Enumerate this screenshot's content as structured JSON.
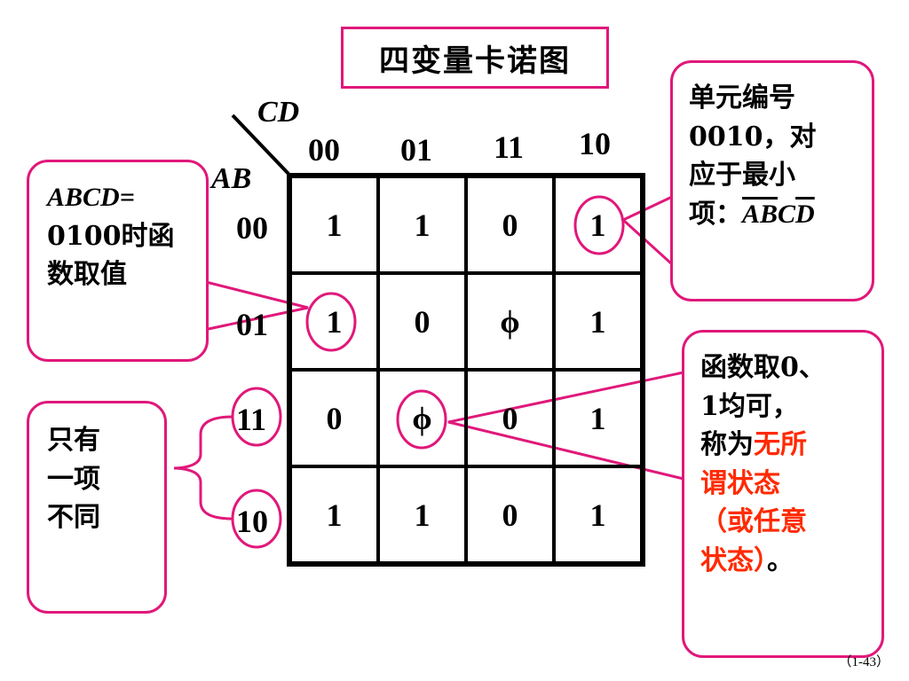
{
  "title": "四变量卡诺图",
  "vars": {
    "cd": "CD",
    "ab": "AB"
  },
  "col_headers": [
    "00",
    "01",
    "11",
    "10"
  ],
  "row_headers": [
    "00",
    "01",
    "11",
    "10"
  ],
  "cells": [
    [
      "1",
      "1",
      "0",
      "1"
    ],
    [
      "1",
      "0",
      "ϕ",
      "1"
    ],
    [
      "0",
      "ϕ",
      "0",
      "1"
    ],
    [
      "1",
      "1",
      "0",
      "1"
    ]
  ],
  "callout_left": {
    "line1": "ABCD=",
    "line2": "0100时函",
    "line3": "数取值"
  },
  "callout_bottom_left": {
    "line1": "只有",
    "line2": "一项",
    "line3": "不同"
  },
  "callout_top_right": {
    "line1": "单元编号",
    "line2": "0010，对",
    "line3": "应于最小",
    "line4_prefix": "项：",
    "term_a": "A",
    "term_b": "B",
    "term_c": "C",
    "term_d": "D"
  },
  "callout_right": {
    "line1": "函数取0、",
    "line2": "1均可，",
    "line3_black": "称为",
    "line3_red": "无所",
    "line4_red": "谓状态",
    "line5_red": "（或任意",
    "line6_red": "状态）",
    "line6_black": "。"
  },
  "page_number": "（1-43）",
  "colors": {
    "accent": "#e0187a",
    "highlight_text": "#ff2a00"
  }
}
